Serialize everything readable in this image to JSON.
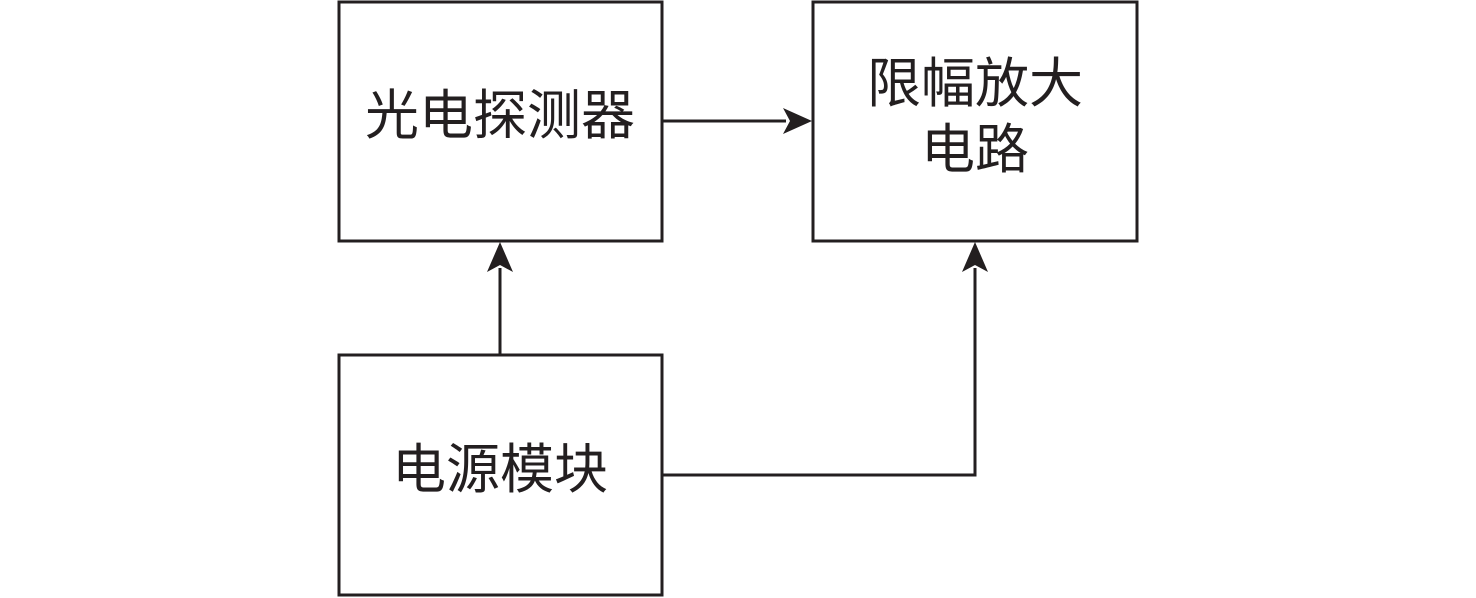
{
  "blocks": {
    "photodetector": "光电探测器",
    "limiting_amplifier_line1": "限幅放大",
    "limiting_amplifier_line2": "电路",
    "power_module": "电源模块"
  },
  "connections": [
    {
      "from": "photodetector",
      "to": "limiting_amplifier"
    },
    {
      "from": "power_module",
      "to": "photodetector"
    },
    {
      "from": "power_module",
      "to": "limiting_amplifier"
    }
  ],
  "colors": {
    "stroke": "#231f20",
    "background": "#ffffff"
  }
}
